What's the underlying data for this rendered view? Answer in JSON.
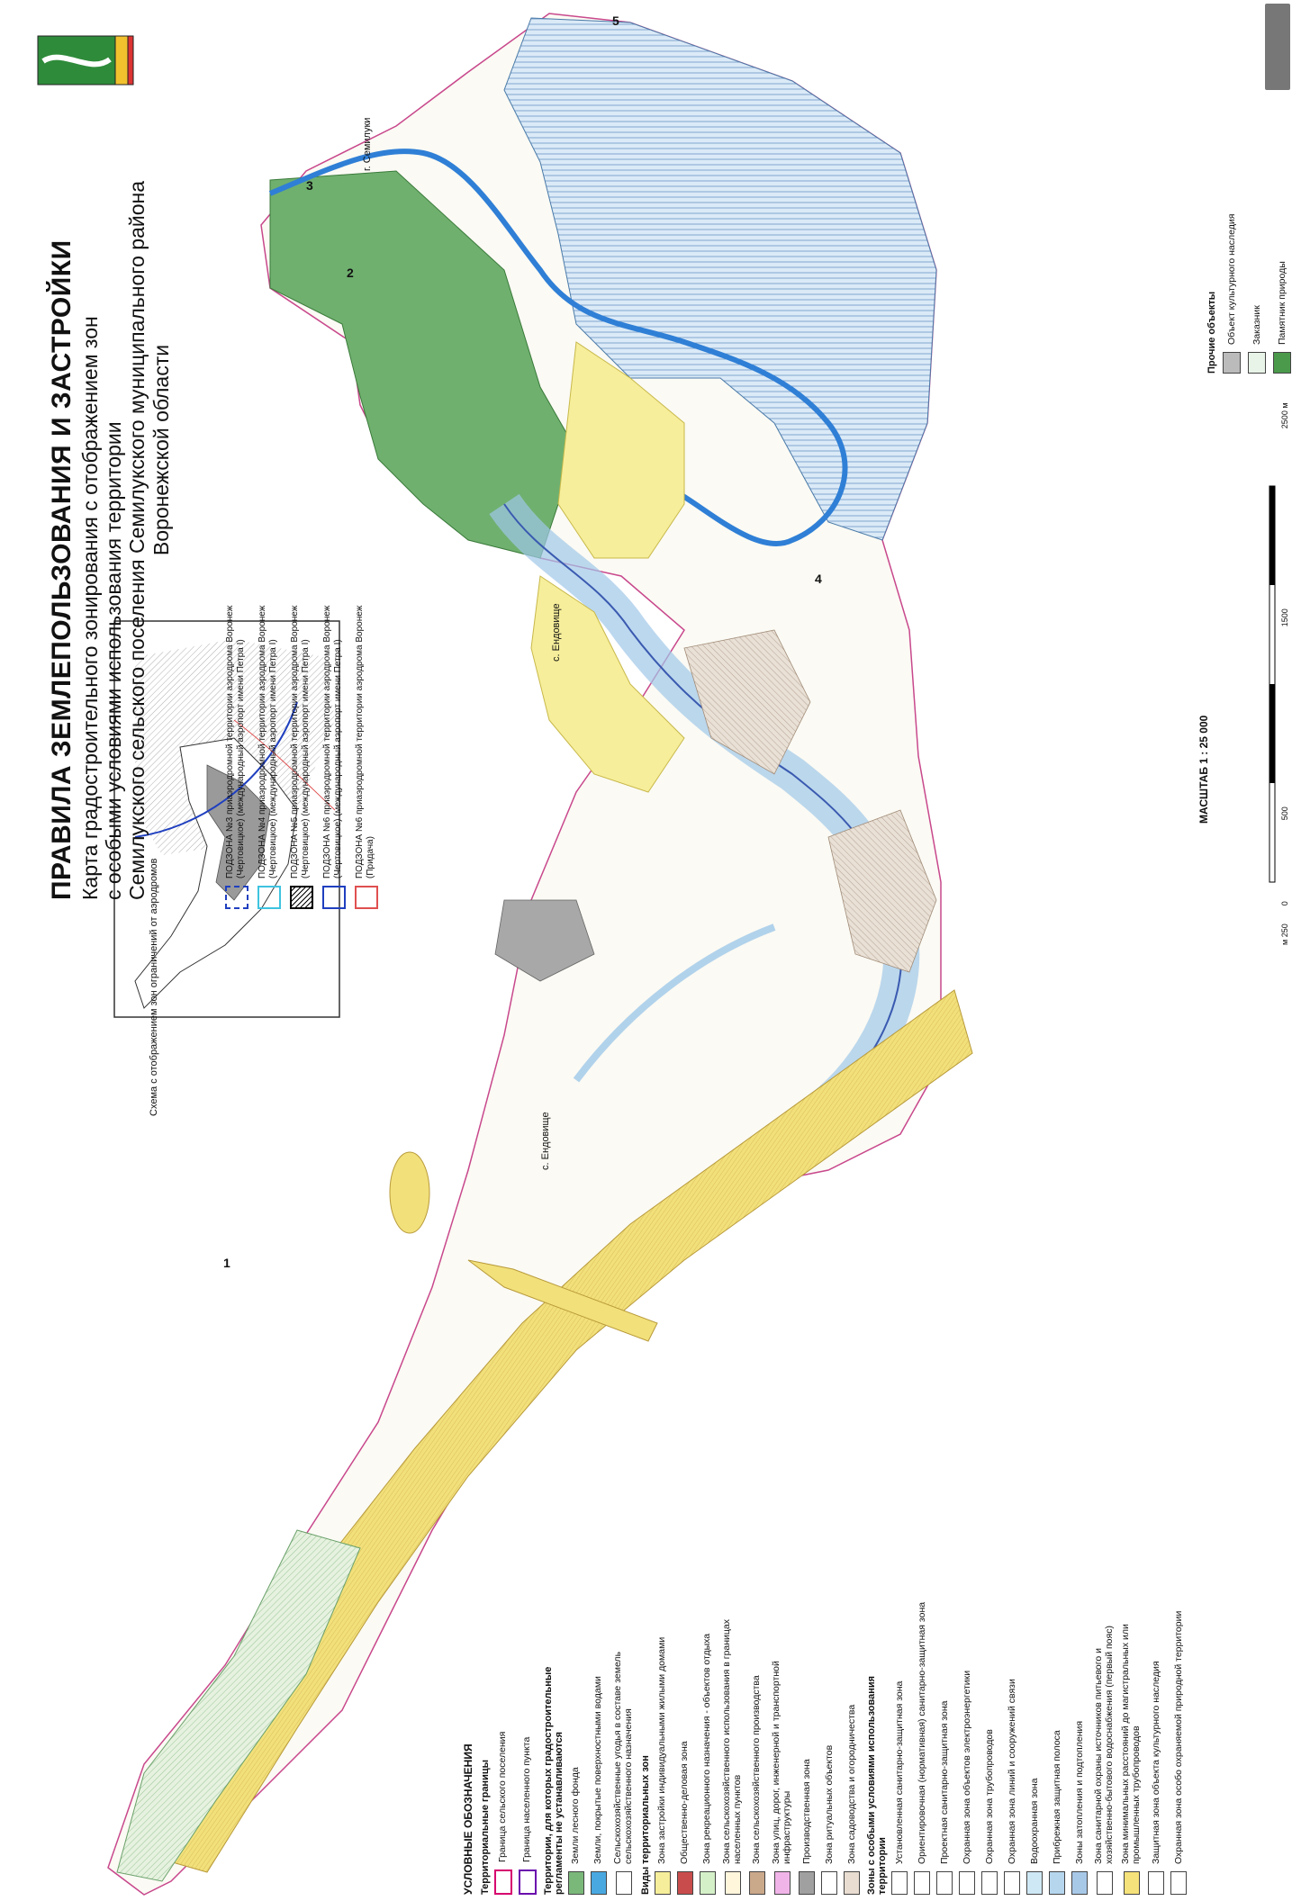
{
  "title": {
    "main": "ПРАВИЛА ЗЕМЛЕПОЛЬЗОВАНИЯ И ЗАСТРОЙКИ",
    "line1": "Карта градостроительного зонирования с отображением зон",
    "line2": "с особыми условиями использования территории",
    "line3": "Семилукского сельского поселения Семилукского муниципального района",
    "line4": "Воронежской области"
  },
  "legend": {
    "title": "УСЛОВНЫЕ ОБОЗНАЧЕНИЯ",
    "groups": [
      {
        "heading": "Территориальные границы",
        "items": [
          {
            "label": "Граница сельского поселения",
            "color": "#d6006e",
            "style": "line"
          },
          {
            "label": "Граница населенного пункта",
            "color": "#6a0dad",
            "style": "line"
          }
        ]
      },
      {
        "heading": "Территории, для которых градостроительные регламенты не устанавливаются",
        "items": [
          {
            "label": "Земли лесного фонда",
            "color": "#7ab87a"
          },
          {
            "label": "Земли, покрытые поверхностными водами",
            "color": "#4aa8e0"
          },
          {
            "label": "Сельскохозяйственные угодья в составе земель сельскохозяйственного назначения",
            "color": "#ffffff"
          }
        ]
      },
      {
        "heading": "Виды территориальных зон",
        "items": [
          {
            "label": "Зона застройки индивидуальными жилыми домами",
            "color": "#f6ee9a"
          },
          {
            "label": "Общественно-деловая зона",
            "color": "#c84c4c"
          },
          {
            "label": "Зона рекреационного назначения - объектов отдыха",
            "color": "#d4f0c8"
          },
          {
            "label": "Зона сельскохозяйственного использования в границах населенных пунктов",
            "color": "#fff6dc"
          },
          {
            "label": "Зона сельскохозяйственного производства",
            "color": "#caa88a"
          },
          {
            "label": "Зона улиц, дорог, инженерной и транспортной инфраструктуры",
            "color": "#f0b4e8"
          },
          {
            "label": "Производственная зона",
            "color": "#a0a0a0"
          },
          {
            "label": "Зона ритуальных объектов",
            "color": "#ffffff"
          },
          {
            "label": "Зона садоводства и огородничества",
            "color": "#e8ddd0"
          }
        ]
      },
      {
        "heading": "Зоны с особыми условиями использования территории",
        "items": [
          {
            "label": "Установленная санитарно-защитная зона",
            "color": "#ffffff"
          },
          {
            "label": "Ориентировочная (нормативная) санитарно-защитная зона",
            "color": "#ffffff"
          },
          {
            "label": "Проектная санитарно-защитная зона",
            "color": "#ffffff"
          },
          {
            "label": "Охранная зона объектов электроэнергетики",
            "color": "#ffffff"
          },
          {
            "label": "Охранная зона трубопроводов",
            "color": "#ffffff"
          },
          {
            "label": "Охранная зона линий и сооружений связи",
            "color": "#ffffff"
          },
          {
            "label": "Водоохранная зона",
            "color": "#cfe8f6"
          },
          {
            "label": "Прибрежная защитная полоса",
            "color": "#b6d6ee"
          },
          {
            "label": "Зоны затопления и подтопления",
            "color": "#a8c8e8"
          },
          {
            "label": "Зона санитарной охраны источников питьевого и хозяйственно-бытового водоснабжения (первый пояс)",
            "color": "#ffffff"
          },
          {
            "label": "Зона минимальных расстояний до магистральных или промышленных трубопроводов",
            "color": "#f6e27a"
          },
          {
            "label": "Защитная зона объекта культурного наследия",
            "color": "#ffffff"
          },
          {
            "label": "Охранная зона особо охраняемой природной территории",
            "color": "#ffffff"
          }
        ]
      }
    ]
  },
  "inset": {
    "title": "Схема с отображением зон ограничений от аэродромов",
    "items": [
      {
        "label": "ПОДЗОНА №3 приаэродромной территории аэродрома Воронеж (Чертовицкое) (международный аэропорт имени Петра I)",
        "color": "#1f3fbf",
        "style": "dashed"
      },
      {
        "label": "ПОДЗОНА №4 приаэродромной территории аэродрома Воронеж (Чертовицкое) (международный аэропорт имени Петра I)",
        "color": "#3ec3e0",
        "style": "solid"
      },
      {
        "label": "ПОДЗОНА №5 приаэродромной территории аэродрома Воронеж (Чертовицкое) (международный аэропорт имени Петра I)",
        "color": "#000000",
        "style": "hatched"
      },
      {
        "label": "ПОДЗОНА №6 приаэродромной территории аэродрома Воронеж (Чертовицкое) (международный аэропорт имени Петра I)",
        "color": "#1f3fbf",
        "style": "solid"
      },
      {
        "label": "ПОДЗОНА №6 приаэродромной территории аэродрома Воронеж (Придача)",
        "color": "#e05050",
        "style": "solid"
      }
    ]
  },
  "other_objects": {
    "heading": "Прочие объекты",
    "items": [
      {
        "label": "Объект культурного наследия",
        "color": "#bbbbbb"
      },
      {
        "label": "Заказник",
        "color": "#e8f4e8"
      },
      {
        "label": "Памятник природы",
        "color": "#4b9a4b"
      }
    ]
  },
  "scale": {
    "title": "МАСШТАБ 1 : 25 000",
    "ticks": [
      "м 250",
      "0",
      "500",
      "1500",
      "2500 м"
    ]
  },
  "places": {
    "semiluki": "г. Семилуки",
    "endovishche_north": "с. Ендовище",
    "endovishche_south": "с. Ендовище"
  },
  "zone_numbers": [
    "1",
    "2",
    "3",
    "4",
    "5"
  ],
  "colors": {
    "forest": "#7ab87a",
    "water": "#4aa8e0",
    "residential": "#f6ee9a",
    "road_zone": "#e8d468",
    "flood": "#a8c8e8"
  }
}
